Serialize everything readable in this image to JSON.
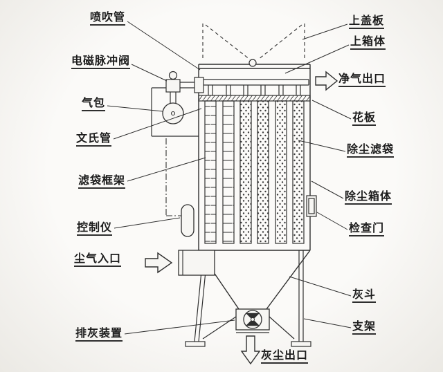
{
  "labels": {
    "blow_pipe": "喷吹管",
    "pulse_valve": "电磁脉冲阀",
    "air_bag": "气包",
    "venturi": "文氏管",
    "bag_cage": "滤袋框架",
    "controller": "控制仪",
    "dust_gas_inlet": "尘气入口",
    "ash_discharge": "排灰装置",
    "top_cover_plate": "上盖板",
    "upper_box": "上箱体",
    "clean_gas_outlet": "净气出口",
    "tube_sheet": "花板",
    "dust_filter_bag": "除尘滤袋",
    "dust_collector_box": "除尘箱体",
    "inspection_door": "检查门",
    "ash_hopper": "灰斗",
    "support_frame": "支架",
    "dust_outlet": "灰尘出口"
  },
  "colors": {
    "line": "#2e2e2e",
    "background": "#f3f1ee"
  }
}
